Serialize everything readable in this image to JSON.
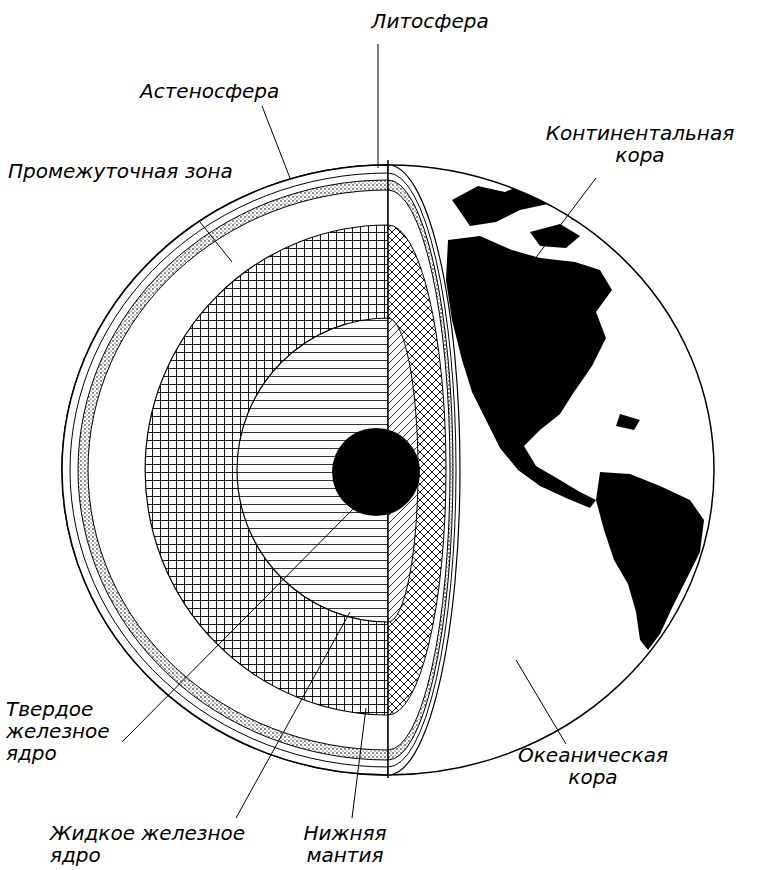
{
  "diagram": {
    "labels": [
      "Литосфера",
      "Астеносфера",
      "Промежуточная зона",
      "Континентальная кора",
      "Твердое железное ядро",
      "Жидкое железное ядро",
      "Нижняя мантия",
      "Океаническая кора"
    ]
  }
}
